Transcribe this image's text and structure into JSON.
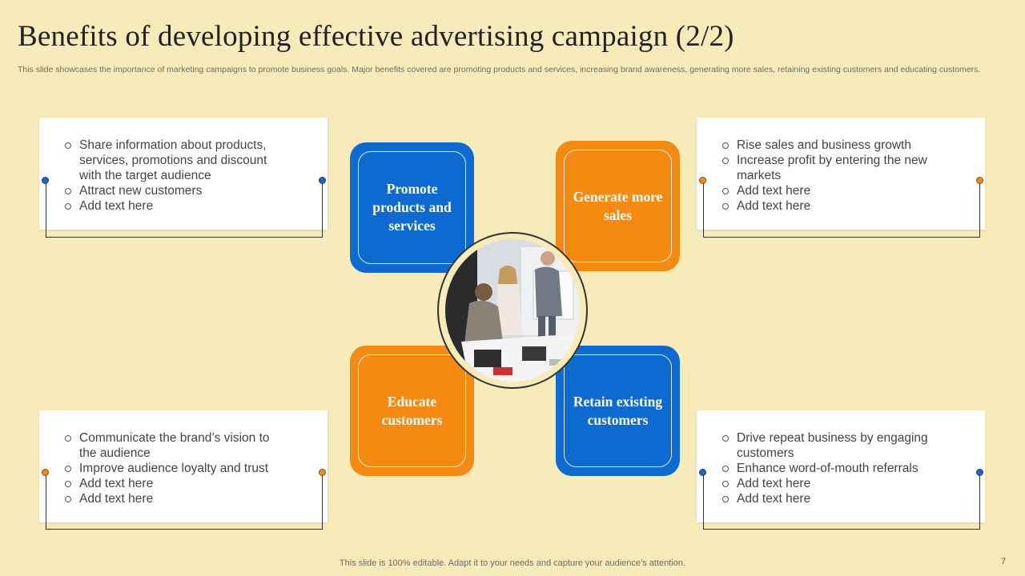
{
  "slide": {
    "title": "Benefits of developing effective advertising campaign (2/2)",
    "subtitle": "This slide showcases the importance of marketing campaigns to promote business goals. Major benefits covered are promoting products and services, increasing brand awareness, generating more sales, retaining existing customers and educating customers.",
    "footer": "This slide is 100% editable. Adapt it to your needs and capture your audience’s attention.",
    "page_number": "7"
  },
  "petals": {
    "promote": "Promote products and services",
    "sales": "Generate more sales",
    "educate": "Educate customers",
    "retain": "Retain existing customers"
  },
  "cards": {
    "top_left": [
      "Share information about products, services, promotions and discount with the target audience",
      "Attract new customers",
      "Add text here"
    ],
    "top_right": [
      "Rise sales and business growth",
      "Increase  profit by entering the new markets",
      "Add text here",
      "Add text here"
    ],
    "bottom_left": [
      "Communicate the brand’s vision to the audience",
      "Improve audience loyalty  and trust",
      "Add text here",
      "Add text here"
    ],
    "bottom_right": [
      "Drive repeat business by engaging customers",
      "Enhance word-of-mouth  referrals",
      "Add text here",
      "Add text here"
    ]
  },
  "colors": {
    "background": "#f7ecb9",
    "blue": "#0d6ad1",
    "orange": "#f58a12"
  },
  "icons": {
    "photo": "business-meeting-photo"
  }
}
